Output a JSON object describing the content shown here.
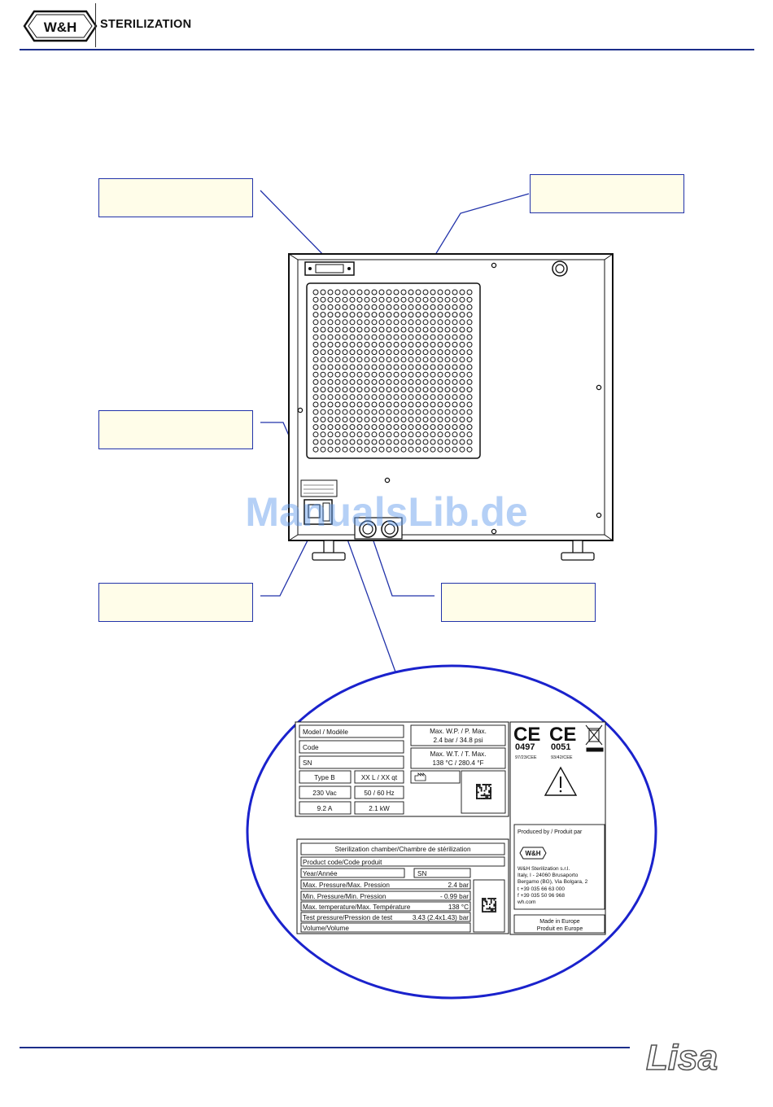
{
  "header": {
    "logo_text": "W&H",
    "brand": "STERILIZATION"
  },
  "watermark": "ManualsLib.de",
  "footer": {
    "product_logo": "Lisa"
  },
  "callouts": [
    "",
    "",
    "",
    "",
    ""
  ],
  "label_plate": {
    "model": "Model / Modèle",
    "code": "Code",
    "sn": "SN",
    "max_wp_label": "Max. W.P. /  P. Max.",
    "max_wp_value": "2.4 bar / 34.8 psi",
    "max_wt_label": "Max. W.T. /  T. Max.",
    "max_wt_value": "138 °C / 280.4 °F",
    "type": "Type B",
    "size": "XX L / XX qt",
    "voltage": "230 Vac",
    "frequency": "50 / 60 Hz",
    "current": "9.2 A",
    "power": "2.1 kW",
    "ce1_number": "0497",
    "ce1_directive": "97/23/CEE",
    "ce2_number": "0051",
    "ce2_directive": "93/42/CEE",
    "ce_mark": "CE"
  },
  "chamber_plate": {
    "title": "Sterilization chamber/Chambre de stérilization",
    "product_code": "Product code/Code produit",
    "year": "Year/Année",
    "sn": "SN",
    "rows": [
      {
        "label": "Max. Pressure/Max. Pression",
        "value": "2.4 bar"
      },
      {
        "label": "Min. Pressure/Min. Pression",
        "value": "- 0.99 bar"
      },
      {
        "label": "Max. temperature/Max. Température",
        "value": "138 °C"
      },
      {
        "label": "Test pressure/Pression de test",
        "value": "3.43 (2.4x1.43) bar"
      }
    ],
    "volume": "Volume/Volume"
  },
  "manufacturer": {
    "produced_by": "Produced by / Produit par",
    "logo": "W&H",
    "lines": [
      "W&H Sterilization s.r.l.",
      "Italy, I - 24060 Brusaporto",
      "Bergamo (BG), Via Bolgara, 2",
      "t   +39 035 66 63 000",
      "f   +39 035 50 96 968",
      "wh.com"
    ],
    "made_in_1": "Made in Europe",
    "made_in_2": "Produit en Europe"
  }
}
